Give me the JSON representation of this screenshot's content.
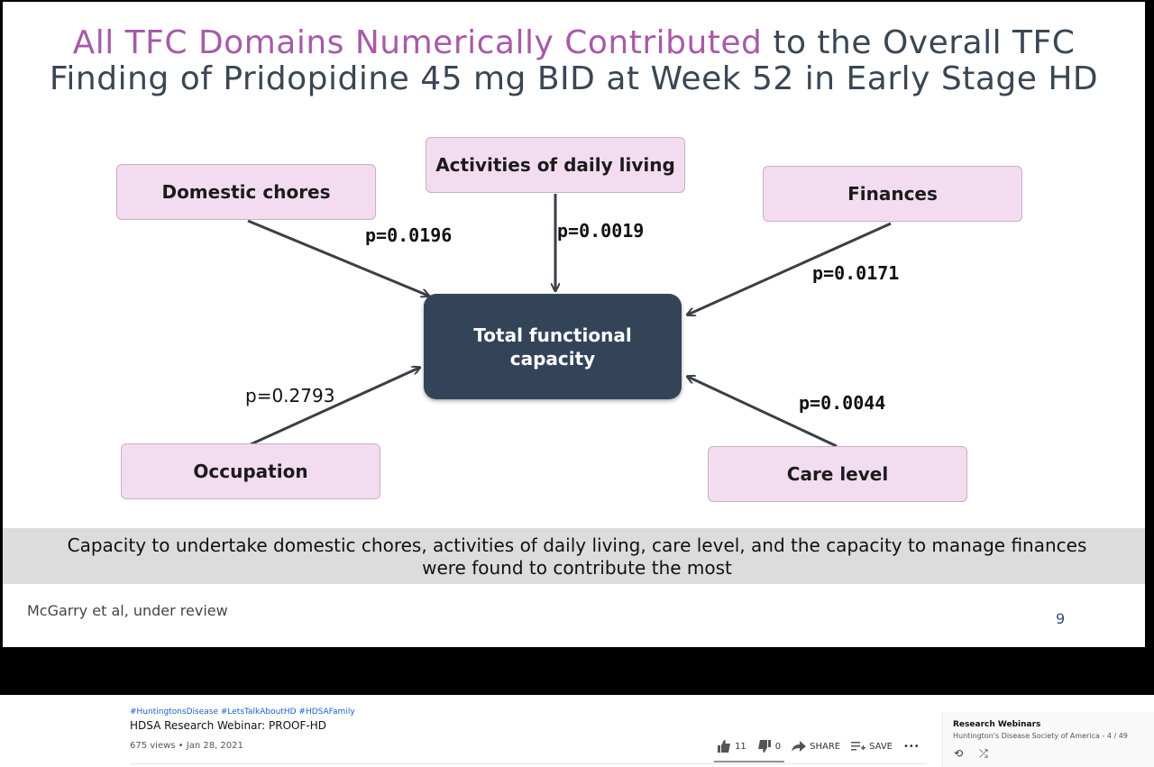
{
  "slide": {
    "title_highlight": "All TFC Domains Numerically Contributed",
    "title_rest_line1": " to the Overall TFC",
    "title_line2": "Finding of Pridopidine 45 mg BID at Week 52 in Early Stage HD",
    "center_line1": "Total functional",
    "center_line2": "capacity",
    "boxes": {
      "domestic": "Domestic chores",
      "adl": "Activities of daily living",
      "finances": "Finances",
      "occupation": "Occupation",
      "care": "Care level"
    },
    "pvalues": {
      "domestic": "p=0.0196",
      "adl": "p=0.0019",
      "finances": "p=0.0171",
      "occupation": "p=0.2793",
      "care": "p=0.0044"
    },
    "banner_line1": "Capacity to undertake domestic chores, activities of daily living, care level, and the capacity to manage finances",
    "banner_line2": "were found to contribute the most",
    "citation": "McGarry et al, under review",
    "page_number": "9",
    "colors": {
      "title_highlight": "#a85aa8",
      "title_text": "#3a4654",
      "box_fill": "#f3dcf0",
      "center_fill": "#344458",
      "banner": "#dcdcdc"
    }
  },
  "video": {
    "hashtags": "#HuntingtonsDisease #LetsTalkAboutHD #HDSAFamily",
    "title": "HDSA Research Webinar: PROOF-HD",
    "meta": "675 views • Jan 28, 2021",
    "likes": "11",
    "dislikes": "0",
    "share_label": "SHARE",
    "save_label": "SAVE",
    "more_label": "•••"
  },
  "playlist": {
    "title": "Research Webinars",
    "subtitle": "Huntington's Disease Society of America - 4 / 49"
  },
  "icons": [
    "thumbs-up-icon",
    "thumbs-down-icon",
    "share-icon",
    "save-playlist-icon",
    "more-icon",
    "loop-icon",
    "shuffle-icon"
  ]
}
